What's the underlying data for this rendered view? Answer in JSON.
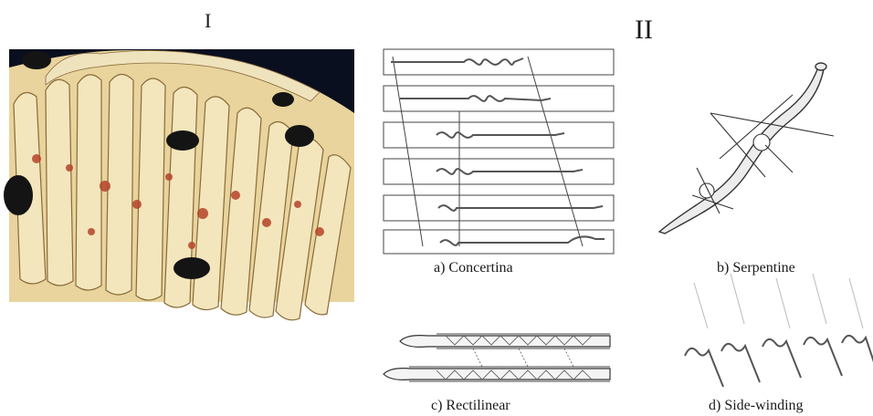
{
  "panel_labels": {
    "left": "I",
    "right": "II"
  },
  "captions": {
    "concertina": "a) Concertina",
    "serpentine": "b) Serpentine",
    "rectilinear": "c) Rectilinear",
    "side_winding": "d) Side-winding"
  },
  "photo": {
    "background_color": "#0a0f1f",
    "scale_color": "#f0e2b0",
    "spot_color": "#b5432a",
    "patch_color": "#141414"
  }
}
